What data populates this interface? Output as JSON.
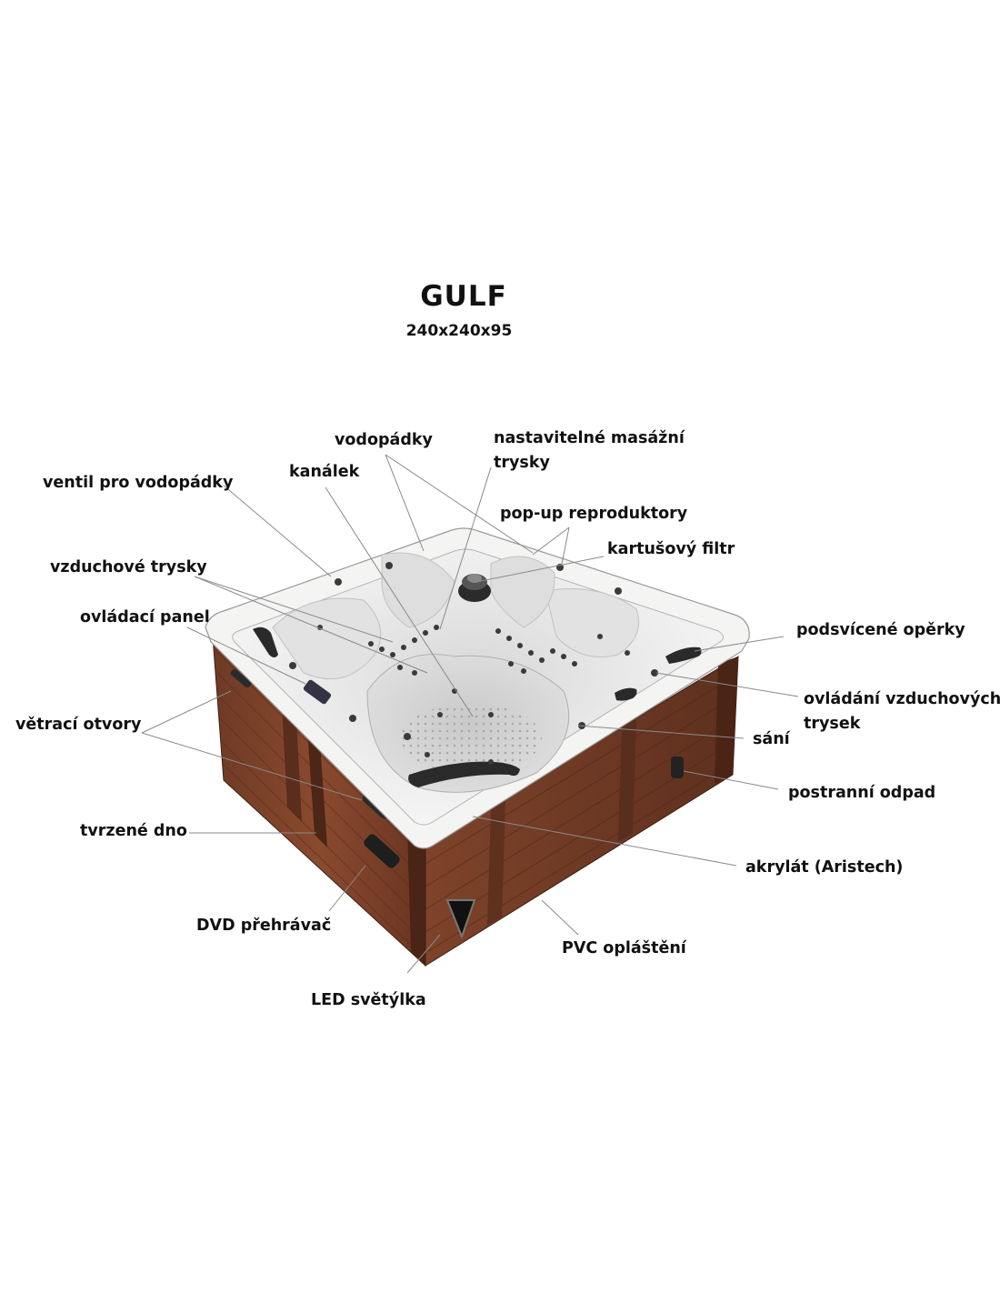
{
  "product": {
    "name": "GULF",
    "dimensions": "240x240x95"
  },
  "labels": {
    "vodopadky": "vodopádky",
    "nastavitelne_1": "nastavitelné masážní",
    "nastavitelne_2": "trysky",
    "ventil": "ventil pro vodopádky",
    "kanalek": "kanálek",
    "popup": "pop-up reproduktory",
    "filtr": "kartušový filtr",
    "vzduchove": "vzduchové trysky",
    "ovladaci": "ovládací panel",
    "operky": "podsvícené opěrky",
    "ovladani_1": "ovládání vzduchových",
    "ovladani_2": "trysek",
    "vetraci": "větrací otvory",
    "sani": "sání",
    "odpad": "postranní odpad",
    "dno": "tvrzené dno",
    "akrylat": "akrylát (Aristech)",
    "dvd": "DVD přehrávač",
    "pvc": "PVC opláštění",
    "led": "LED světýlka"
  },
  "colors": {
    "shell": "#e9e9e8",
    "shell_shadow": "#bdbdbd",
    "cabinet": "#7a4028",
    "cabinet_dark": "#5a2e1c",
    "leader": "#8a8a8a"
  }
}
